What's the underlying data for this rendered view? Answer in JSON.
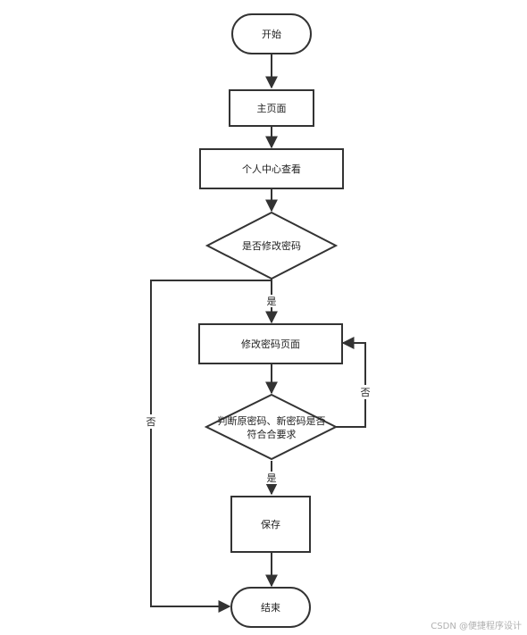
{
  "nodes": {
    "start": "开始",
    "main_page": "主页面",
    "personal_center": "个人中心查看",
    "change_password_decision": "是否修改密码",
    "change_password_page": "修改密码页面",
    "validate_line1": "判断原密码、新密码是否",
    "validate_line2": "符合合要求",
    "save": "保存",
    "end": "结束"
  },
  "edges": {
    "yes_1": "是",
    "no_1": "否",
    "no_2": "否",
    "yes_2": "是"
  },
  "watermark": "CSDN @便捷程序设计"
}
